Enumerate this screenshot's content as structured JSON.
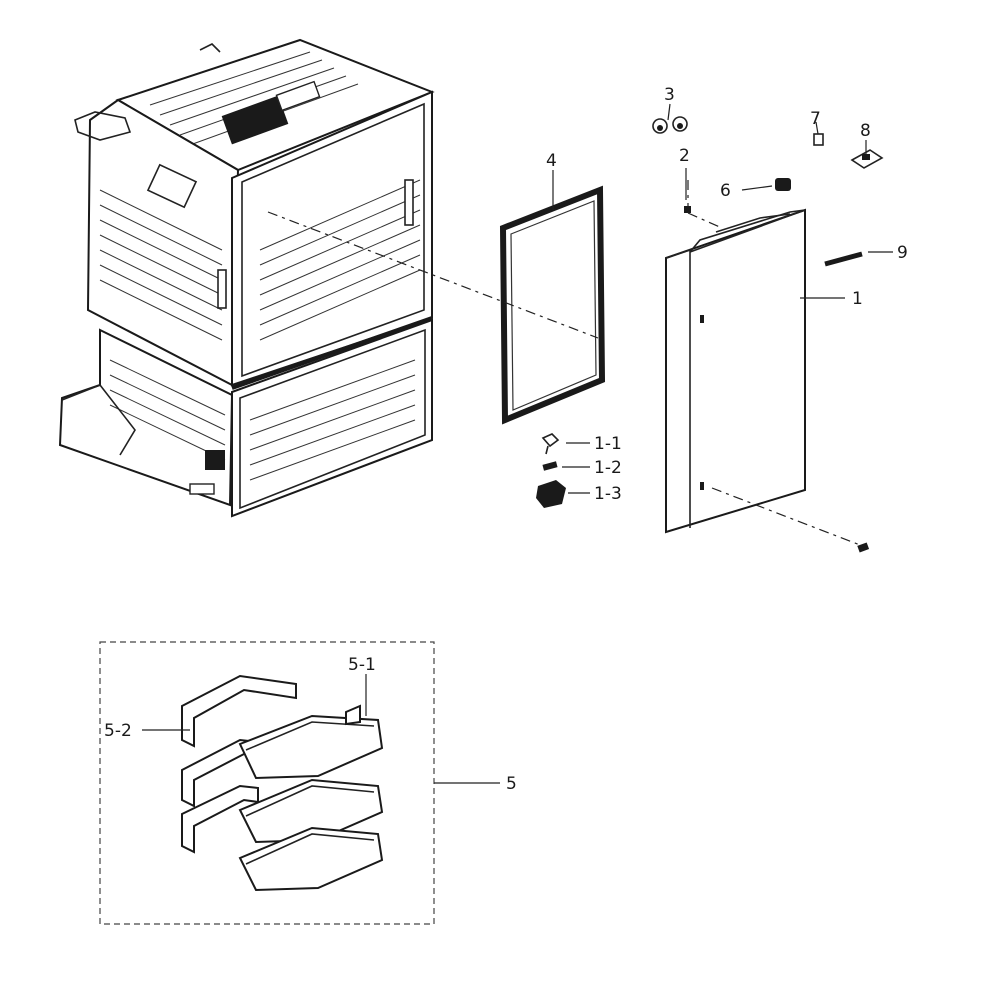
{
  "callouts": {
    "c1": "1",
    "c1_1": "1-1",
    "c1_2": "1-2",
    "c1_3": "1-3",
    "c2": "2",
    "c3": "3",
    "c4": "4",
    "c5": "5",
    "c5_1": "5-1",
    "c5_2": "5-2",
    "c6": "6",
    "c7": "7",
    "c8": "8",
    "c9": "9"
  }
}
